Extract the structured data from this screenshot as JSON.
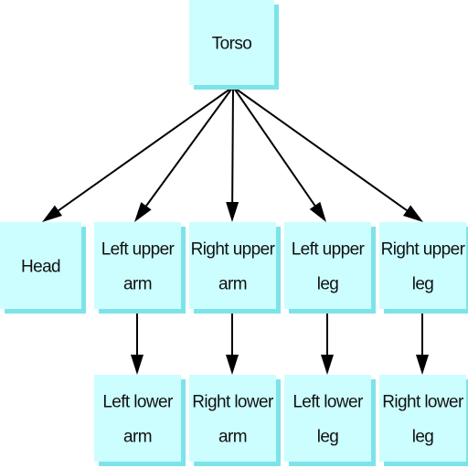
{
  "diagram": {
    "nodes": {
      "torso": [
        "Torso"
      ],
      "head": [
        "Head"
      ],
      "left_upper_arm": [
        "Left upper",
        "arm"
      ],
      "right_upper_arm": [
        "Right upper",
        "arm"
      ],
      "left_upper_leg": [
        "Left upper",
        "leg"
      ],
      "right_upper_leg": [
        "Right upper",
        "leg"
      ],
      "left_lower_arm": [
        "Left lower",
        "arm"
      ],
      "right_lower_arm": [
        "Right lower",
        "arm"
      ],
      "left_lower_leg": [
        "Left lower",
        "leg"
      ],
      "right_lower_leg": [
        "Right lower",
        "leg"
      ]
    },
    "edges": [
      [
        "torso",
        "head"
      ],
      [
        "torso",
        "left_upper_arm"
      ],
      [
        "torso",
        "right_upper_arm"
      ],
      [
        "torso",
        "left_upper_leg"
      ],
      [
        "torso",
        "right_upper_leg"
      ],
      [
        "left_upper_arm",
        "left_lower_arm"
      ],
      [
        "right_upper_arm",
        "right_lower_arm"
      ],
      [
        "left_upper_leg",
        "left_lower_leg"
      ],
      [
        "right_upper_leg",
        "right_lower_leg"
      ]
    ],
    "colors": {
      "node_fill": "#ccfeff",
      "node_shadow": "#7de3ea",
      "edge": "#000000"
    }
  }
}
